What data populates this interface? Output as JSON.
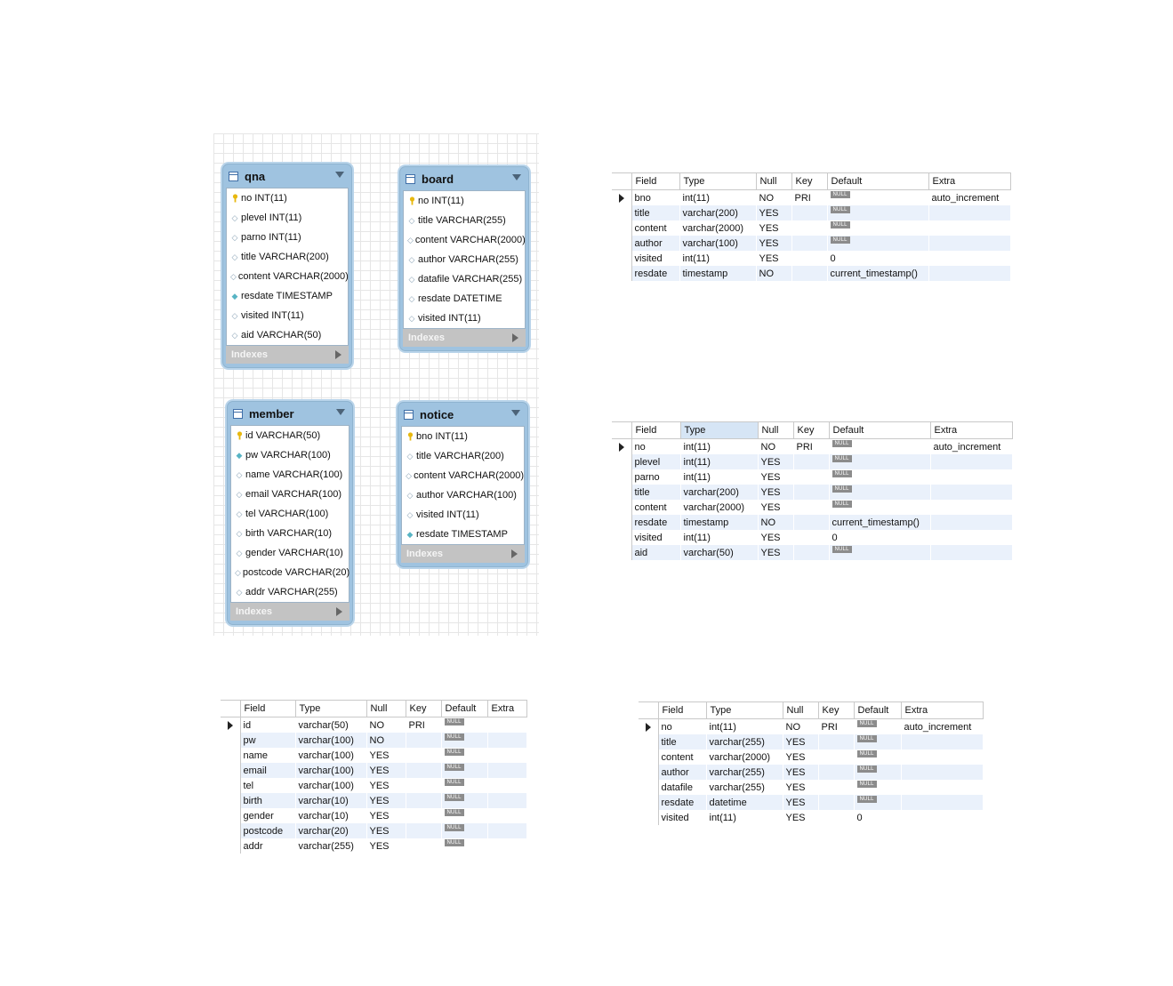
{
  "er_entities": {
    "qna": {
      "name": "qna",
      "indexes_label": "Indexes",
      "columns": [
        {
          "icon": "key-icon",
          "text": "no INT(11)"
        },
        {
          "icon": "diamond-icon",
          "text": "plevel INT(11)"
        },
        {
          "icon": "diamond-icon",
          "text": "parno INT(11)"
        },
        {
          "icon": "diamond-icon",
          "text": "title VARCHAR(200)"
        },
        {
          "icon": "diamond-icon",
          "text": "content VARCHAR(2000)"
        },
        {
          "icon": "filled-diamond-icon",
          "text": "resdate TIMESTAMP"
        },
        {
          "icon": "diamond-icon",
          "text": "visited INT(11)"
        },
        {
          "icon": "diamond-icon",
          "text": "aid VARCHAR(50)"
        }
      ]
    },
    "board": {
      "name": "board",
      "indexes_label": "Indexes",
      "columns": [
        {
          "icon": "key-icon",
          "text": "no INT(11)"
        },
        {
          "icon": "diamond-icon",
          "text": "title VARCHAR(255)"
        },
        {
          "icon": "diamond-icon",
          "text": "content VARCHAR(2000)"
        },
        {
          "icon": "diamond-icon",
          "text": "author VARCHAR(255)"
        },
        {
          "icon": "diamond-icon",
          "text": "datafile VARCHAR(255)"
        },
        {
          "icon": "diamond-icon",
          "text": "resdate DATETIME"
        },
        {
          "icon": "diamond-icon",
          "text": "visited INT(11)"
        }
      ]
    },
    "member": {
      "name": "member",
      "indexes_label": "Indexes",
      "columns": [
        {
          "icon": "key-icon",
          "text": "id VARCHAR(50)"
        },
        {
          "icon": "filled-diamond-icon",
          "text": "pw VARCHAR(100)"
        },
        {
          "icon": "diamond-icon",
          "text": "name VARCHAR(100)"
        },
        {
          "icon": "diamond-icon",
          "text": "email VARCHAR(100)"
        },
        {
          "icon": "diamond-icon",
          "text": "tel VARCHAR(100)"
        },
        {
          "icon": "diamond-icon",
          "text": "birth VARCHAR(10)"
        },
        {
          "icon": "diamond-icon",
          "text": "gender VARCHAR(10)"
        },
        {
          "icon": "diamond-icon",
          "text": "postcode VARCHAR(20)"
        },
        {
          "icon": "diamond-icon",
          "text": "addr VARCHAR(255)"
        }
      ]
    },
    "notice": {
      "name": "notice",
      "indexes_label": "Indexes",
      "columns": [
        {
          "icon": "key-icon",
          "text": "bno INT(11)"
        },
        {
          "icon": "diamond-icon",
          "text": "title VARCHAR(200)"
        },
        {
          "icon": "diamond-icon",
          "text": "content VARCHAR(2000)"
        },
        {
          "icon": "diamond-icon",
          "text": "author VARCHAR(100)"
        },
        {
          "icon": "diamond-icon",
          "text": "visited INT(11)"
        },
        {
          "icon": "filled-diamond-icon",
          "text": "resdate TIMESTAMP"
        }
      ]
    }
  },
  "grids": {
    "headers": [
      "Field",
      "Type",
      "Null",
      "Key",
      "Default",
      "Extra"
    ],
    "null_label": "NULL",
    "notice": [
      [
        "bno",
        "int(11)",
        "NO",
        "PRI",
        "NULL",
        "auto_increment"
      ],
      [
        "title",
        "varchar(200)",
        "YES",
        "",
        "NULL",
        ""
      ],
      [
        "content",
        "varchar(2000)",
        "YES",
        "",
        "NULL",
        ""
      ],
      [
        "author",
        "varchar(100)",
        "YES",
        "",
        "NULL",
        ""
      ],
      [
        "visited",
        "int(11)",
        "YES",
        "",
        "0",
        ""
      ],
      [
        "resdate",
        "timestamp",
        "NO",
        "",
        "current_timestamp()",
        ""
      ]
    ],
    "qna": [
      [
        "no",
        "int(11)",
        "NO",
        "PRI",
        "NULL",
        "auto_increment"
      ],
      [
        "plevel",
        "int(11)",
        "YES",
        "",
        "NULL",
        ""
      ],
      [
        "parno",
        "int(11)",
        "YES",
        "",
        "NULL",
        ""
      ],
      [
        "title",
        "varchar(200)",
        "YES",
        "",
        "NULL",
        ""
      ],
      [
        "content",
        "varchar(2000)",
        "YES",
        "",
        "NULL",
        ""
      ],
      [
        "resdate",
        "timestamp",
        "NO",
        "",
        "current_timestamp()",
        ""
      ],
      [
        "visited",
        "int(11)",
        "YES",
        "",
        "0",
        ""
      ],
      [
        "aid",
        "varchar(50)",
        "YES",
        "",
        "NULL",
        ""
      ]
    ],
    "member": [
      [
        "id",
        "varchar(50)",
        "NO",
        "PRI",
        "NULL",
        ""
      ],
      [
        "pw",
        "varchar(100)",
        "NO",
        "",
        "NULL",
        ""
      ],
      [
        "name",
        "varchar(100)",
        "YES",
        "",
        "NULL",
        ""
      ],
      [
        "email",
        "varchar(100)",
        "YES",
        "",
        "NULL",
        ""
      ],
      [
        "tel",
        "varchar(100)",
        "YES",
        "",
        "NULL",
        ""
      ],
      [
        "birth",
        "varchar(10)",
        "YES",
        "",
        "NULL",
        ""
      ],
      [
        "gender",
        "varchar(10)",
        "YES",
        "",
        "NULL",
        ""
      ],
      [
        "postcode",
        "varchar(20)",
        "YES",
        "",
        "NULL",
        ""
      ],
      [
        "addr",
        "varchar(255)",
        "YES",
        "",
        "NULL",
        ""
      ]
    ],
    "board": [
      [
        "no",
        "int(11)",
        "NO",
        "PRI",
        "NULL",
        "auto_increment"
      ],
      [
        "title",
        "varchar(255)",
        "YES",
        "",
        "NULL",
        ""
      ],
      [
        "content",
        "varchar(2000)",
        "YES",
        "",
        "NULL",
        ""
      ],
      [
        "author",
        "varchar(255)",
        "YES",
        "",
        "NULL",
        ""
      ],
      [
        "datafile",
        "varchar(255)",
        "YES",
        "",
        "NULL",
        ""
      ],
      [
        "resdate",
        "datetime",
        "YES",
        "",
        "NULL",
        ""
      ],
      [
        "visited",
        "int(11)",
        "YES",
        "",
        "0",
        ""
      ]
    ]
  }
}
